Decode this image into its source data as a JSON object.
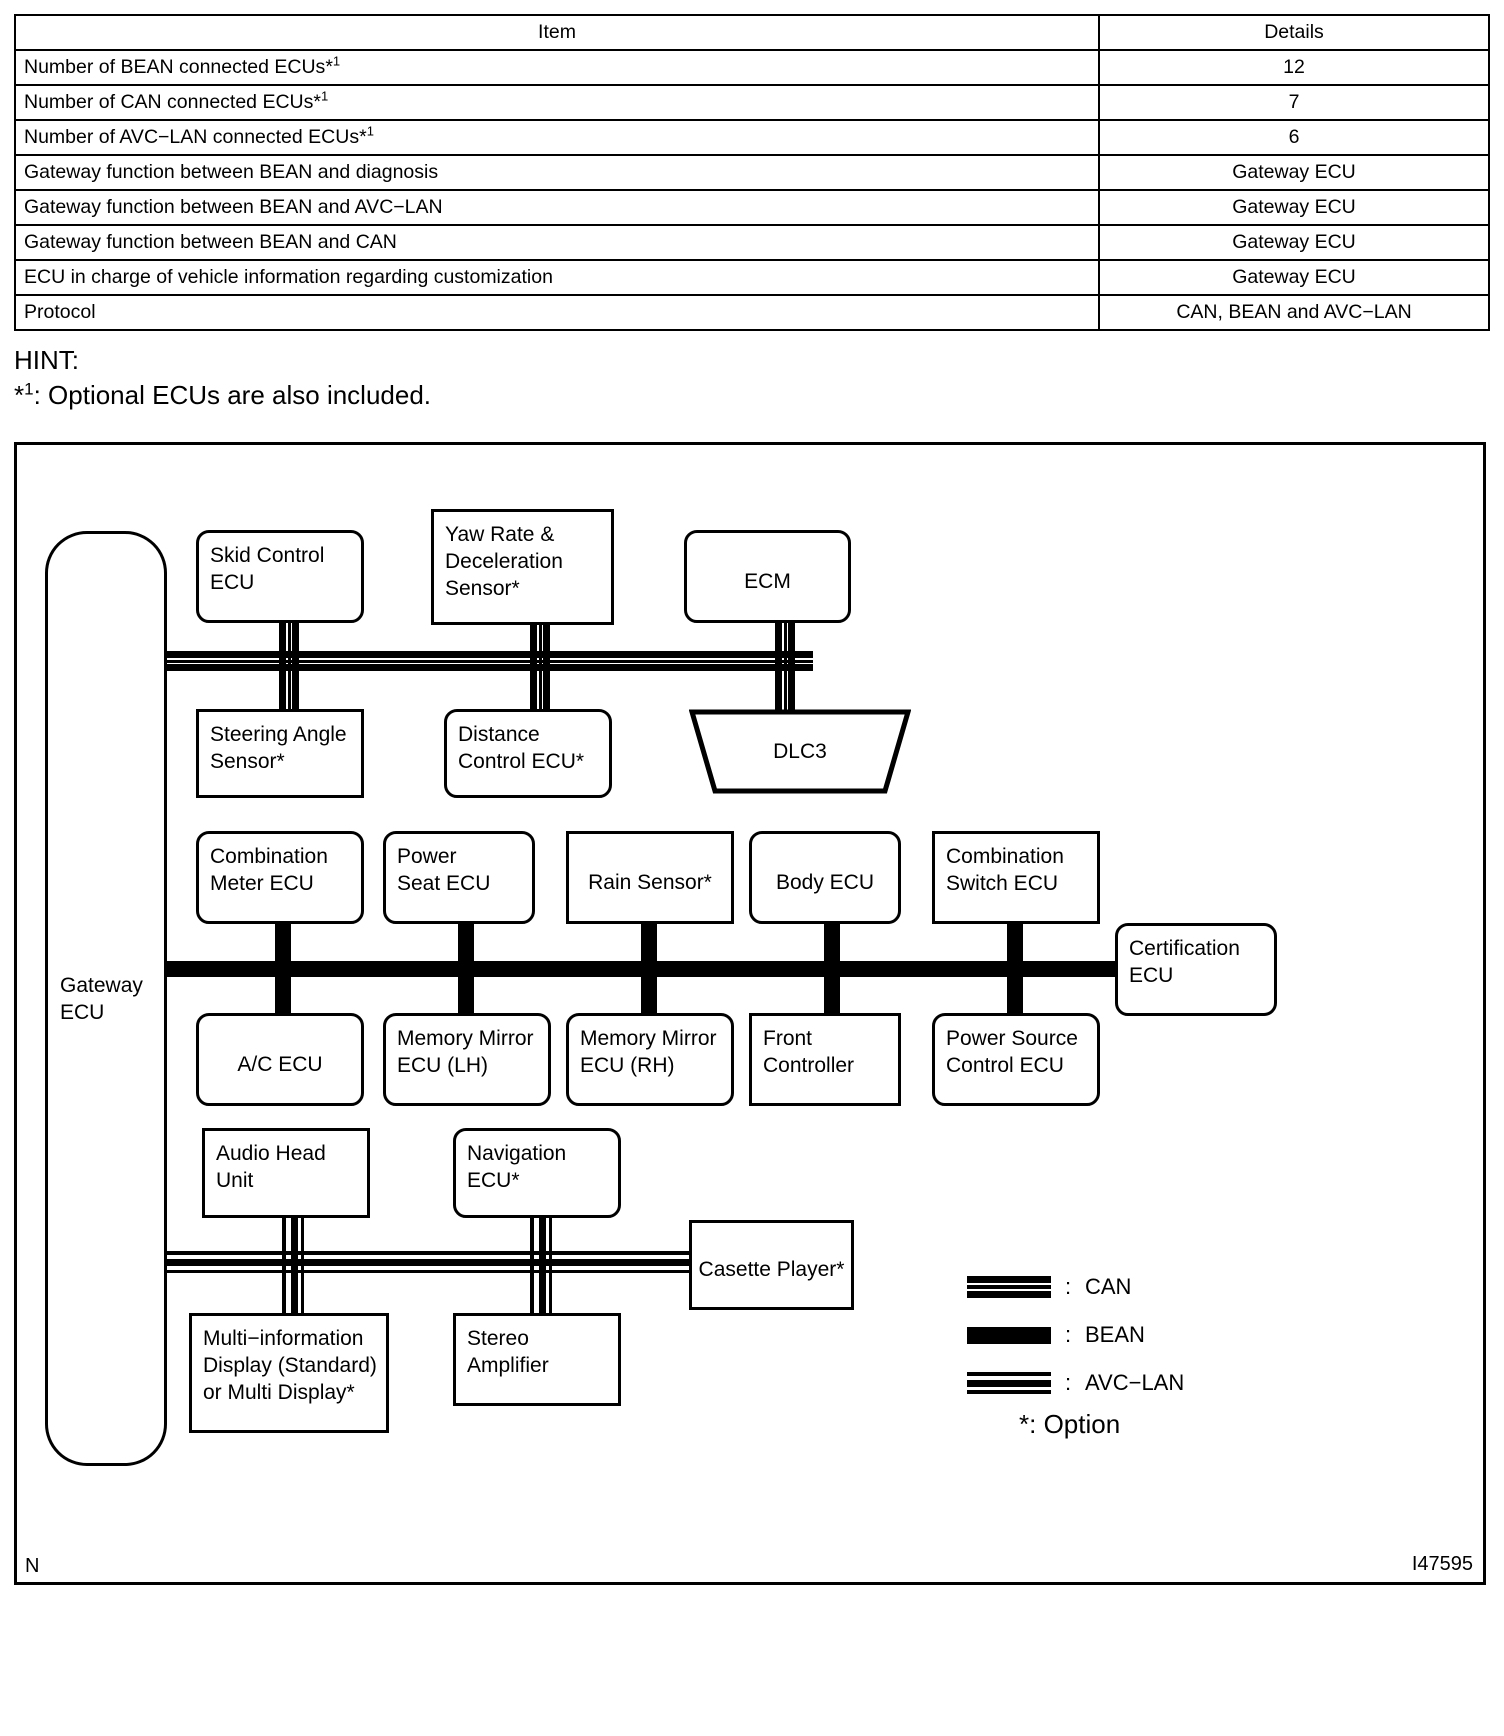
{
  "spec_table": {
    "headers": [
      "Item",
      "Details"
    ],
    "rows": [
      {
        "item": "Number of BEAN connected ECUs",
        "sup": "*1",
        "detail": "12"
      },
      {
        "item": "Number of CAN connected ECUs",
        "sup": "*1",
        "detail": "7"
      },
      {
        "item": "Number of AVC−LAN connected ECUs",
        "sup": "*1",
        "detail": "6"
      },
      {
        "item": "Gateway function between BEAN and diagnosis",
        "sup": "",
        "detail": "Gateway ECU"
      },
      {
        "item": "Gateway function between BEAN and AVC−LAN",
        "sup": "",
        "detail": "Gateway ECU"
      },
      {
        "item": "Gateway function between BEAN and CAN",
        "sup": "",
        "detail": "Gateway ECU"
      },
      {
        "item": "ECU in charge of vehicle information regarding customization",
        "sup": "",
        "detail": "Gateway ECU"
      },
      {
        "item": "Protocol",
        "sup": "",
        "detail": "CAN, BEAN and AVC−LAN"
      }
    ]
  },
  "hint": {
    "label": "HINT:",
    "note_star": "*1",
    "note_text": ": Optional ECUs are also included."
  },
  "diagram": {
    "corner_mark": "N",
    "figure_id": "I47595",
    "nodes": {
      "gateway": "Gateway\nECU",
      "skid_control": "Skid Control\nECU",
      "yaw_rate": "Yaw Rate &\nDeceleration\nSensor*",
      "ecm": "ECM",
      "steering_angle": "Steering Angle\nSensor*",
      "distance_control": "Distance\nControl ECU*",
      "dlc3": "DLC3",
      "combination_meter": "Combination\nMeter ECU",
      "power_seat": "Power\nSeat ECU",
      "rain_sensor": "Rain Sensor*",
      "body_ecu": "Body ECU",
      "combination_switch": "Combination\nSwitch ECU",
      "certification": "Certification\nECU",
      "ac_ecu": "A/C ECU",
      "memory_mirror_lh": "Memory Mirror\nECU (LH)",
      "memory_mirror_rh": "Memory Mirror\nECU (RH)",
      "front_controller": "Front\nController",
      "power_source_control": "Power Source\nControl ECU",
      "audio_head_unit": "Audio Head\nUnit",
      "navigation": "Navigation\nECU*",
      "casette_player": "Casette Player*",
      "multi_info_display": "Multi−information\nDisplay (Standard)\nor Multi Display*",
      "stereo_amplifier": "Stereo\nAmplifier"
    },
    "legend": {
      "colon": ":",
      "items": [
        {
          "style": "can",
          "label": "CAN"
        },
        {
          "style": "bean",
          "label": "BEAN"
        },
        {
          "style": "avc",
          "label": "AVC−LAN"
        }
      ],
      "option_note": "*: Option"
    }
  }
}
